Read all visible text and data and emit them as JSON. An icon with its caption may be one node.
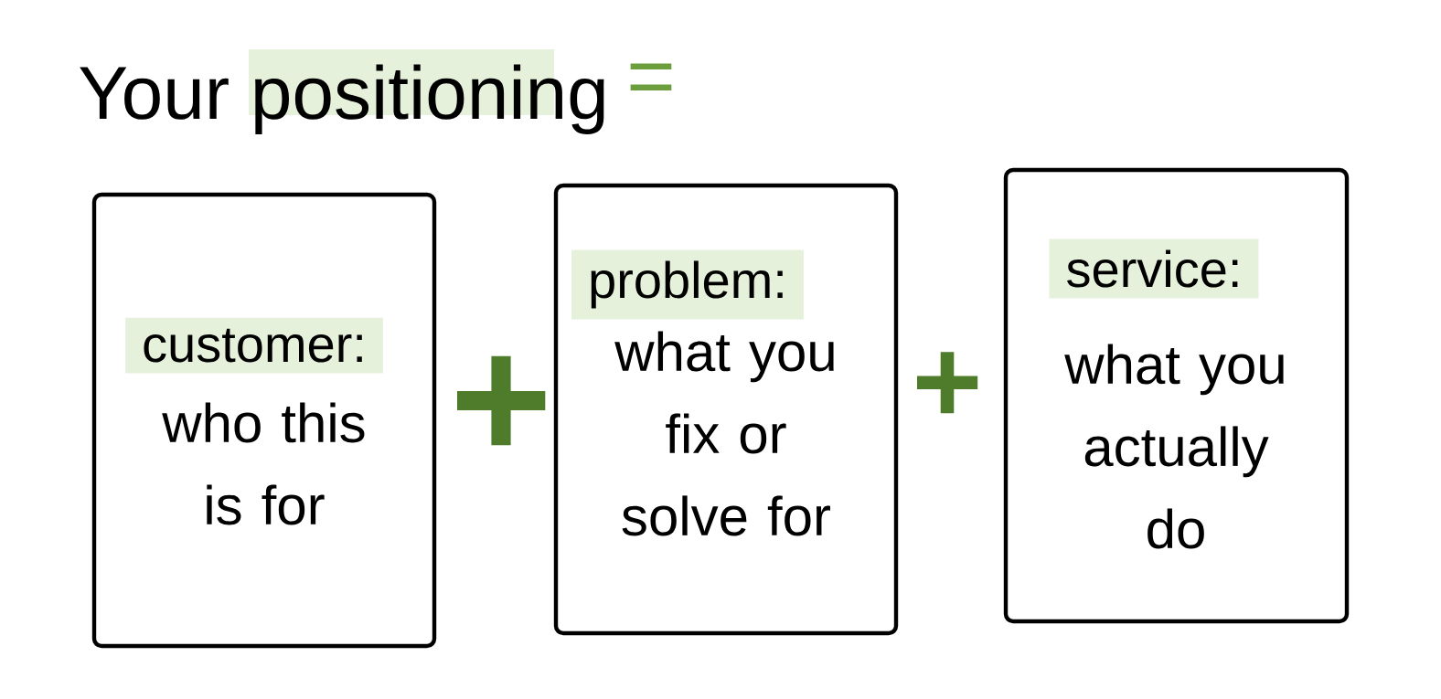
{
  "diagram": {
    "title": "Your positioning",
    "nodes": [
      {
        "text": [
          "customer:",
          "who this is for"
        ]
      },
      {
        "text": [
          "problem:",
          "what you fix or solve for"
        ]
      },
      {
        "text": [
          "service:",
          "what you actually do"
        ]
      }
    ],
    "labels": [
      "=",
      "+",
      "+"
    ]
  }
}
